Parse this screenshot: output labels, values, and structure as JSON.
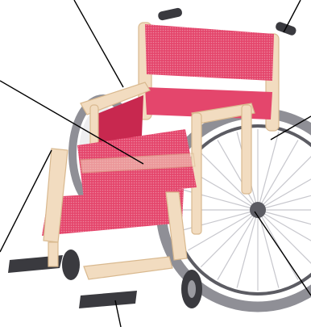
{
  "figure": {
    "subject": "wheelchair",
    "colors": {
      "frame": "#f2dcc0",
      "frame_edge": "#d9b98f",
      "upholstery": "#e4466c",
      "upholstery_dark": "#c8284f",
      "tire": "#8f8f96",
      "tire_dark": "#5c5c63",
      "spoke": "#c7c7cd",
      "caster": "#3a3a3f",
      "callout_line": "#000000"
    },
    "callouts": [
      {
        "name": "callout-push-handle-left"
      },
      {
        "name": "callout-push-handle-right"
      },
      {
        "name": "callout-armrest"
      },
      {
        "name": "callout-seat"
      },
      {
        "name": "callout-frame"
      },
      {
        "name": "callout-rear-wheel"
      },
      {
        "name": "callout-handrim"
      },
      {
        "name": "callout-footrest"
      }
    ]
  }
}
